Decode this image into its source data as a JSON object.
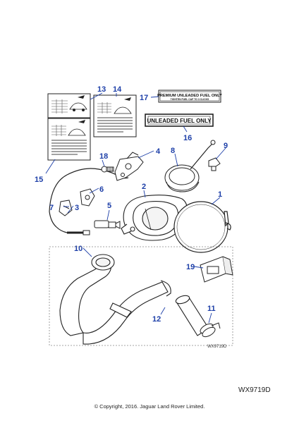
{
  "diagram": {
    "part_callouts": [
      {
        "id": "p1",
        "label": "1"
      },
      {
        "id": "p2",
        "label": "2"
      },
      {
        "id": "p3",
        "label": "3"
      },
      {
        "id": "p4",
        "label": "4"
      },
      {
        "id": "p5",
        "label": "5"
      },
      {
        "id": "p6",
        "label": "6"
      },
      {
        "id": "p7",
        "label": "7"
      },
      {
        "id": "p8",
        "label": "8"
      },
      {
        "id": "p9",
        "label": "9"
      },
      {
        "id": "p10",
        "label": "10"
      },
      {
        "id": "p11",
        "label": "11"
      },
      {
        "id": "p12",
        "label": "12"
      },
      {
        "id": "p13",
        "label": "13"
      },
      {
        "id": "p14",
        "label": "14"
      },
      {
        "id": "p15",
        "label": "15"
      },
      {
        "id": "p16",
        "label": "16"
      },
      {
        "id": "p17",
        "label": "17"
      },
      {
        "id": "p18",
        "label": "18"
      },
      {
        "id": "p19",
        "label": "19"
      }
    ],
    "label_17_line1": "PREMIUM UNLEADED FUEL ONLY",
    "label_17_line2": "TIGHTEN FUEL CAP TO 3 CLICKS",
    "label_16_text": "UNLEADED FUEL ONLY",
    "drawing_code": "WX9719D"
  },
  "page": {
    "code": "WX9719D",
    "copyright": "© Copyright, 2016. Jaguar Land Rover Limited."
  }
}
